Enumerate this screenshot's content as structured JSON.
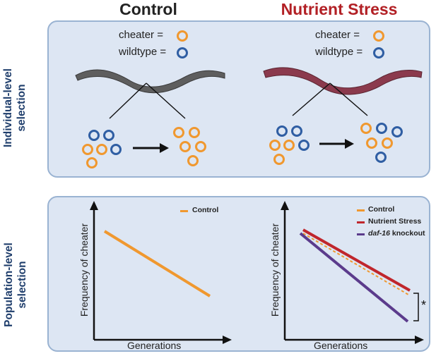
{
  "titles": {
    "left": "Control",
    "right": "Nutrient Stress"
  },
  "row_labels": {
    "top_line1": "Individual-level",
    "top_line2": "selection",
    "bottom_line1": "Population-level",
    "bottom_line2": "selection"
  },
  "legend": {
    "cheater": "cheater  =",
    "wildtype": "wildtype ="
  },
  "colors": {
    "cheater": "#f0982f",
    "wildtype": "#2f5ea3",
    "control": "#f0982f",
    "nutrient_stress": "#c0262c",
    "knockout": "#5b3b8c",
    "worm_control": "#606060",
    "worm_stress": "#8a3a4a"
  },
  "chart_left": {
    "legend": [
      "Control"
    ],
    "ylabel": "Frequency of cheater",
    "xlabel": "Generations"
  },
  "chart_right": {
    "legend_control": "Control",
    "legend_stress": "Nutrient Stress",
    "legend_ko_italic": "daf-16",
    "legend_ko_rest": " knockout",
    "ylabel": "Frequency of cheater",
    "xlabel": "Generations",
    "significance": "*"
  }
}
